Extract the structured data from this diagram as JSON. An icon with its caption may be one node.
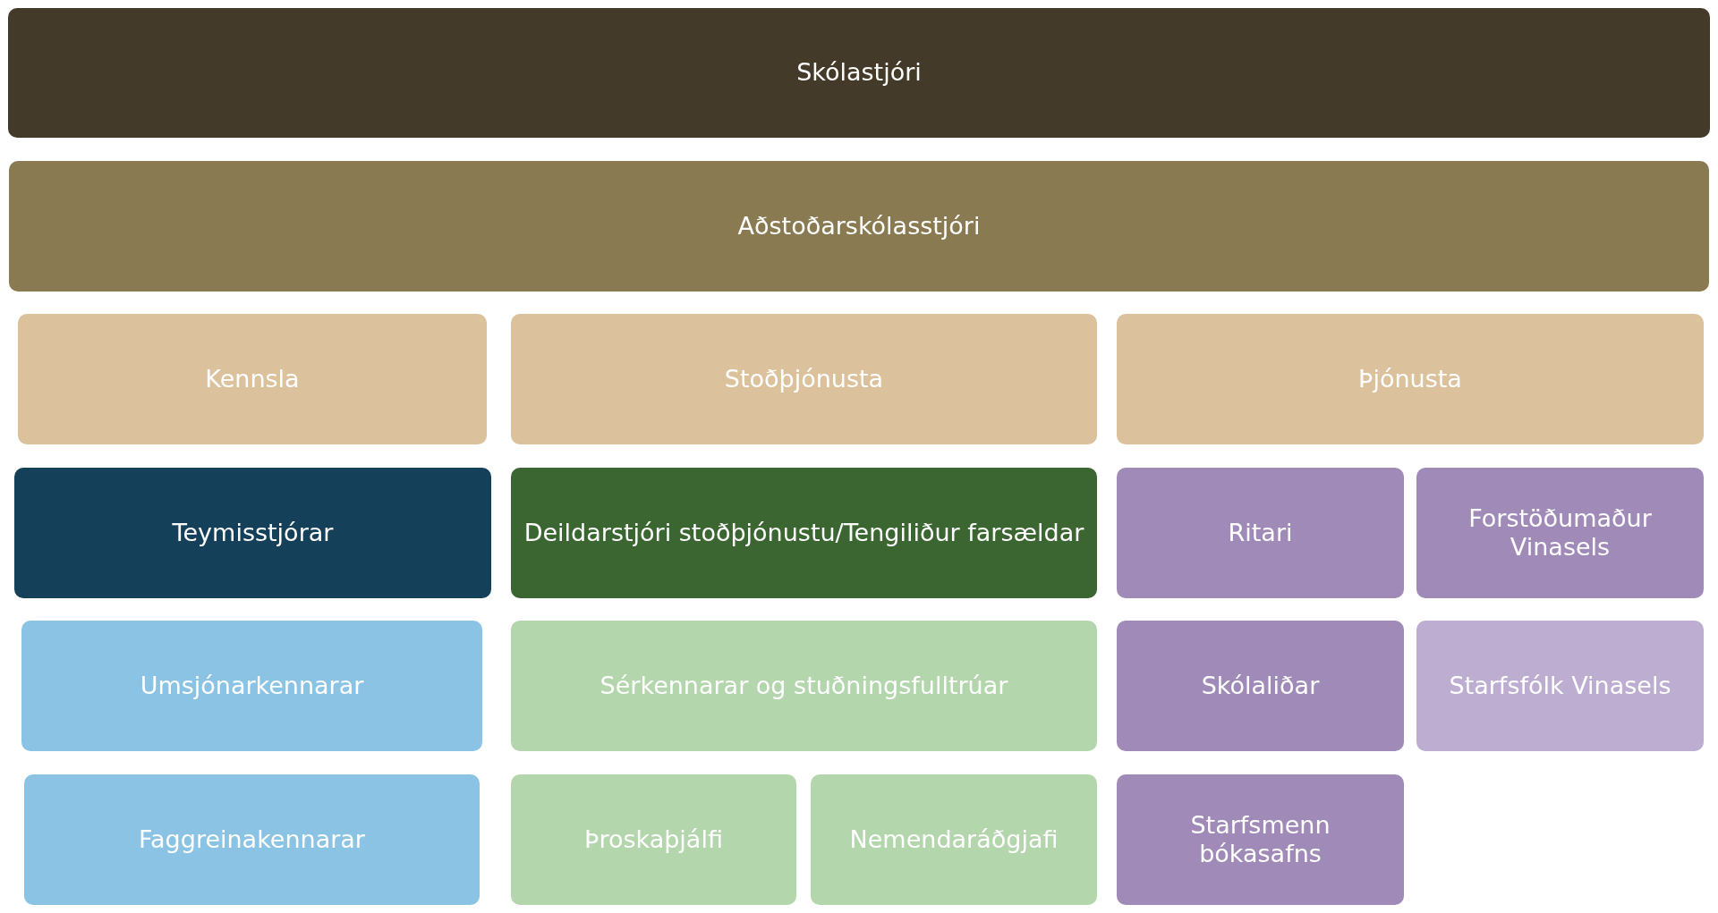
{
  "diagram": {
    "nodes": [
      {
        "text": [
          "Skólastjóri"
        ]
      },
      {
        "text": [
          "Aðstoðarskólasstjóri"
        ]
      },
      {
        "text": [
          "Kennsla"
        ]
      },
      {
        "text": [
          "Stoðþjónusta"
        ]
      },
      {
        "text": [
          "Þjónusta"
        ]
      },
      {
        "text": [
          "Teymisstjórar"
        ]
      },
      {
        "text": [
          "Deildarstjóri stoðþjónustu/Tengiliður farsældar"
        ]
      },
      {
        "text": [
          "Ritari"
        ]
      },
      {
        "text": [
          "Forstöðumaður Vinasels"
        ]
      },
      {
        "text": [
          "Umsjónarkennarar"
        ]
      },
      {
        "text": [
          "Sérkennarar og stuðningsfulltrúar"
        ]
      },
      {
        "text": [
          "Skólaliðar"
        ]
      },
      {
        "text": [
          "Starfsfólk Vinasels"
        ]
      },
      {
        "text": [
          "Faggreinakennarar"
        ]
      },
      {
        "text": [
          "Þroskaþjálfi"
        ]
      },
      {
        "text": [
          "Nemendaráðgjafi"
        ]
      },
      {
        "text": [
          "Starfsmenn bókasafns"
        ]
      }
    ],
    "edges": []
  }
}
